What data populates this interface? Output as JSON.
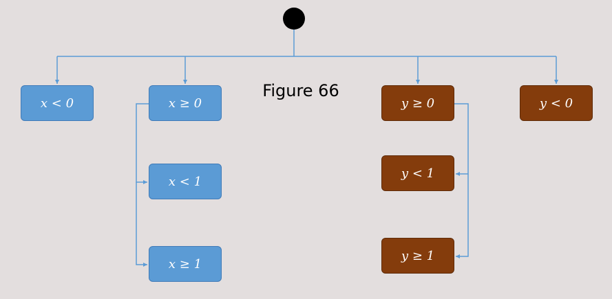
{
  "diagram": {
    "title": "Figure 66",
    "nodes": {
      "x_lt_0": "x < 0",
      "x_ge_0": "x ≥ 0",
      "x_lt_1": "x < 1",
      "x_ge_1": "x ≥ 1",
      "y_ge_0": "y ≥ 0",
      "y_lt_1": "y < 1",
      "y_ge_1": "y ≥ 1",
      "y_lt_0": "y < 0"
    },
    "colors": {
      "background": "#e3dede",
      "blue_node": "#5b9bd5",
      "brown_node": "#843c0c",
      "connector": "#5b9bd5",
      "start_node": "#000000"
    }
  }
}
